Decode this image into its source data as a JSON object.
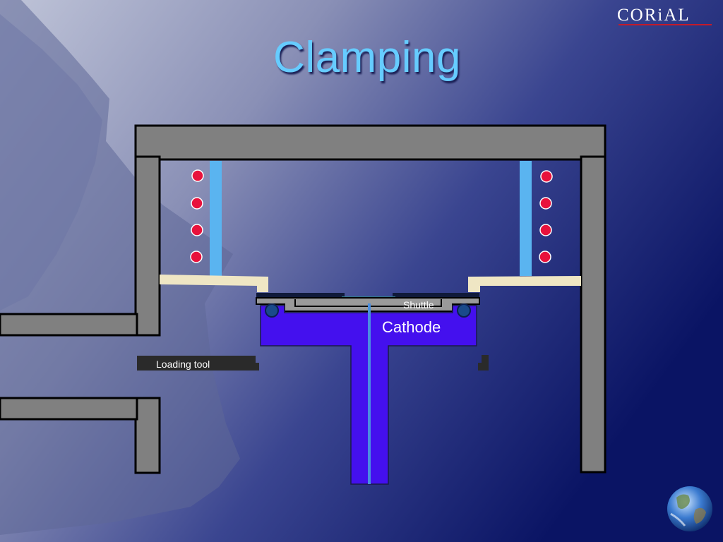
{
  "slide": {
    "title": "Clamping",
    "logo_text": "CORiAL"
  },
  "labels": {
    "shuttle": "Shuttle",
    "cathode": "Cathode",
    "loading_tool": "Loading tool"
  },
  "colors": {
    "background_dark": "#0b1668",
    "background_light": "#b9bfd6",
    "wall_gray": "#808080",
    "wall_outline": "#000000",
    "cooling_tube": "#5ab4f0",
    "heater_dots": "#e8123c",
    "ring_beige": "#efe6c4",
    "cathode_blue": "#4410ee",
    "title_color": "#66ccff",
    "logo_underline": "#c41a2a"
  },
  "icons": {
    "globe": "earth-globe-icon"
  }
}
